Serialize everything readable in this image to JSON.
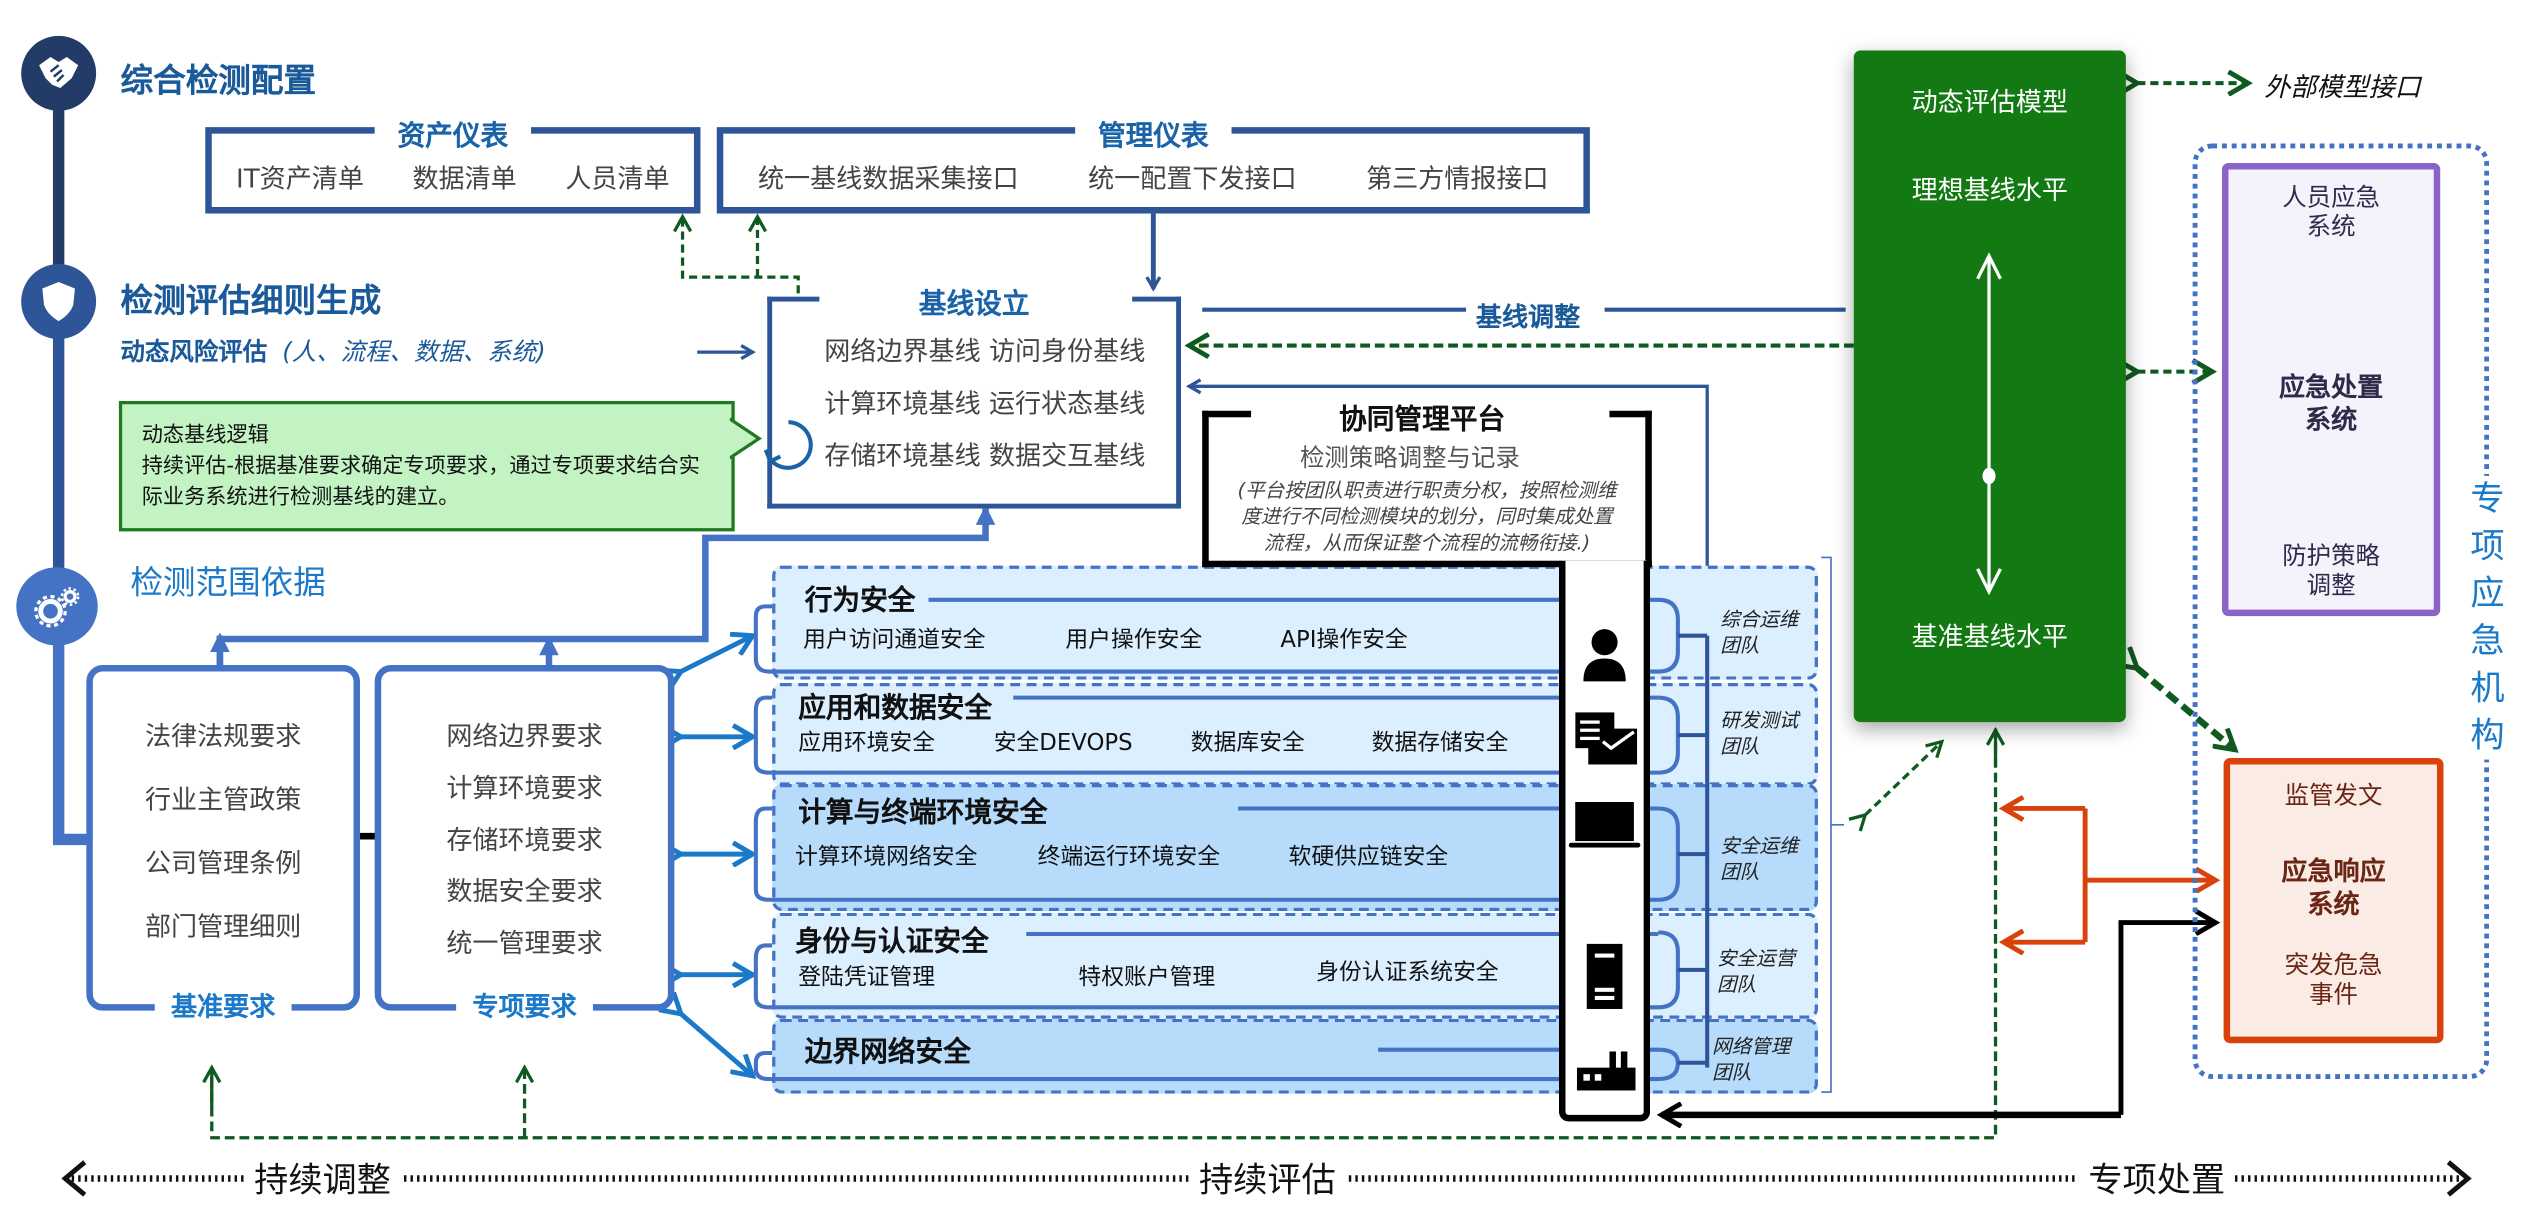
{
  "timeline": {
    "stage1": {
      "title": "综合检测配置",
      "icon": "handshake-icon"
    },
    "stage2": {
      "title": "检测评估细则生成",
      "subtitle": "动态风险评估",
      "subtitle_italic": "(人、流程、数据、系统)",
      "icon": "shield-icon"
    },
    "stage3": {
      "title": "检测范围依据",
      "icon": "gears-icon"
    }
  },
  "asset_dashboard": {
    "title": "资产仪表",
    "items": [
      "IT资产清单",
      "数据清单",
      "人员清单"
    ]
  },
  "management_dashboard": {
    "title": "管理仪表",
    "items": [
      "统一基线数据采集接口",
      "统一配置下发接口",
      "第三方情报接口"
    ]
  },
  "baseline_setup": {
    "title": "基线设立",
    "lines": [
      "网络边界基线 访问身份基线",
      "计算环境基线 运行状态基线",
      "存储环境基线 数据交互基线"
    ]
  },
  "dynamic_note": {
    "title": "动态基线逻辑",
    "body": "持续评估-根据基准要求确定专项要求，通过专项要求结合实际业务系统进行检测基线的建立。"
  },
  "baseline_adjust_label": "基线调整",
  "benchmark_requirements": {
    "footer": "基准要求",
    "items": [
      "法律法规要求",
      "行业主管政策",
      "公司管理条例",
      "部门管理细则"
    ]
  },
  "special_requirements": {
    "footer": "专项要求",
    "items": [
      "网络边界要求",
      "计算环境要求",
      "存储环境要求",
      "数据安全要求",
      "统一管理要求"
    ]
  },
  "security_domains": [
    {
      "title": "行为安全",
      "items": [
        "用户访问通道安全",
        "用户操作安全",
        "API操作安全"
      ],
      "team": [
        "综合运维",
        "团队"
      ],
      "icon": "user-icon"
    },
    {
      "title": "应用和数据安全",
      "items": [
        "应用环境安全",
        "安全DEVOPS",
        "数据库安全",
        "数据存储安全"
      ],
      "team": [
        "研发测试",
        "团队"
      ],
      "icon": "document-check-icon"
    },
    {
      "title": "计算与终端环境安全",
      "items": [
        "计算环境网络安全",
        "终端运行环境安全",
        "软硬供应链安全"
      ],
      "team": [
        "安全运维",
        "团队"
      ],
      "icon": "laptop-icon"
    },
    {
      "title": "身份与认证安全",
      "items": [
        "登陆凭证管理",
        "特权账户管理",
        "身份认证系统安全"
      ],
      "team": [
        "安全运营",
        "团队"
      ],
      "icon": "server-icon"
    },
    {
      "title": "边界网络安全",
      "items": [],
      "team": [
        "网络管理",
        "团队"
      ],
      "icon": "factory-icon"
    }
  ],
  "platform": {
    "title": "协同管理平台",
    "subtitle": "检测策略调整与记录",
    "description": [
      "(平台按团队职责进行职责分权，按照检测维",
      "度进行不同检测模块的划分，同时集成处置",
      "流程，从而保证整个流程的流畅衔接.)"
    ]
  },
  "dynamic_model": {
    "title": "动态评估模型",
    "top": "理想基线水平",
    "bottom": "基准基线水平"
  },
  "external_interface": "外部模型接口",
  "emergency_org": {
    "label": "专项应急机构",
    "disposal_system": {
      "top": [
        "人员应急",
        "系统"
      ],
      "main": [
        "应急处置",
        "系统"
      ],
      "bottom": [
        "防护策略",
        "调整"
      ]
    },
    "response_system": {
      "top": "监管发文",
      "main": [
        "应急响应",
        "系统"
      ],
      "bottom": [
        "突发危急",
        "事件"
      ]
    }
  },
  "bottom_bar": {
    "left": "持续调整",
    "center": "持续评估",
    "right": "专项处置"
  },
  "colors": {
    "navy": "#233b67",
    "blue": "#2e5597",
    "mid_blue": "#4472c4",
    "accent_blue": "#1a79c9",
    "green": "#137a13",
    "dark_green": "#0f5a1f",
    "note_green": "#c3f3c3",
    "purple": "#8a63c8",
    "orange": "#d9420b",
    "light_blue": "#dcefff",
    "mid_light_blue": "#b7dcfb"
  }
}
